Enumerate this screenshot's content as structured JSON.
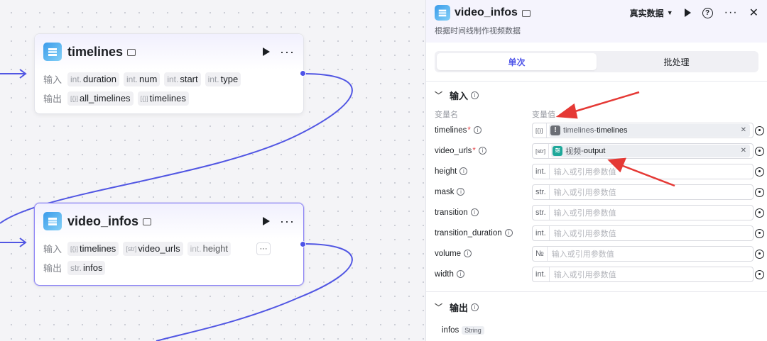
{
  "canvas": {
    "node_timelines": {
      "title": "timelines",
      "input_label": "输入",
      "output_label": "输出",
      "inputs": [
        {
          "type": "int.",
          "name": "duration"
        },
        {
          "type": "int.",
          "name": "num"
        },
        {
          "type": "int.",
          "name": "start"
        },
        {
          "type": "int.",
          "name": "type"
        }
      ],
      "outputs": [
        {
          "type": "[{}]",
          "name": "all_timelines"
        },
        {
          "type": "[{}]",
          "name": "timelines"
        }
      ]
    },
    "node_video_infos": {
      "title": "video_infos",
      "input_label": "输入",
      "output_label": "输出",
      "inputs": [
        {
          "type": "[{}]",
          "name": "timelines"
        },
        {
          "type": "[str]",
          "name": "video_urls"
        },
        {
          "type": "int.",
          "name": "height"
        }
      ],
      "outputs": [
        {
          "type": "str.",
          "name": "infos"
        }
      ],
      "more": "···"
    }
  },
  "panel": {
    "title": "video_infos",
    "subtitle": "根据时间线制作视频数据",
    "real_data": "真实数据",
    "tabs": [
      "单次",
      "批处理"
    ],
    "input_section": "输入",
    "col_name": "变量名",
    "col_value": "变量值",
    "placeholder": "输入或引用参数值",
    "params": [
      {
        "name": "timelines",
        "required": true,
        "type": "[{}]",
        "ref_node": "timelines",
        "ref_sep": " - ",
        "ref_var": "timelines",
        "ref_icon": "!",
        "ref_color": "#6b6e75"
      },
      {
        "name": "video_urls",
        "required": true,
        "type": "[str]",
        "ref_node": "视频",
        "ref_sep": " - ",
        "ref_var": "output",
        "ref_icon": "≋",
        "ref_color": "#1fa89a"
      },
      {
        "name": "height",
        "required": false,
        "type": "int."
      },
      {
        "name": "mask",
        "required": false,
        "type": "str."
      },
      {
        "name": "transition",
        "required": false,
        "type": "str."
      },
      {
        "name": "transition_duration",
        "required": false,
        "type": "int."
      },
      {
        "name": "volume",
        "required": false,
        "type": "№"
      },
      {
        "name": "width",
        "required": false,
        "type": "int."
      }
    ],
    "output_section": "输出",
    "outputs": [
      {
        "name": "infos",
        "type": "String"
      }
    ]
  },
  "colors": {
    "accent": "#4d53e8",
    "arrow": "#e53935",
    "wire": "#4d53e8"
  }
}
